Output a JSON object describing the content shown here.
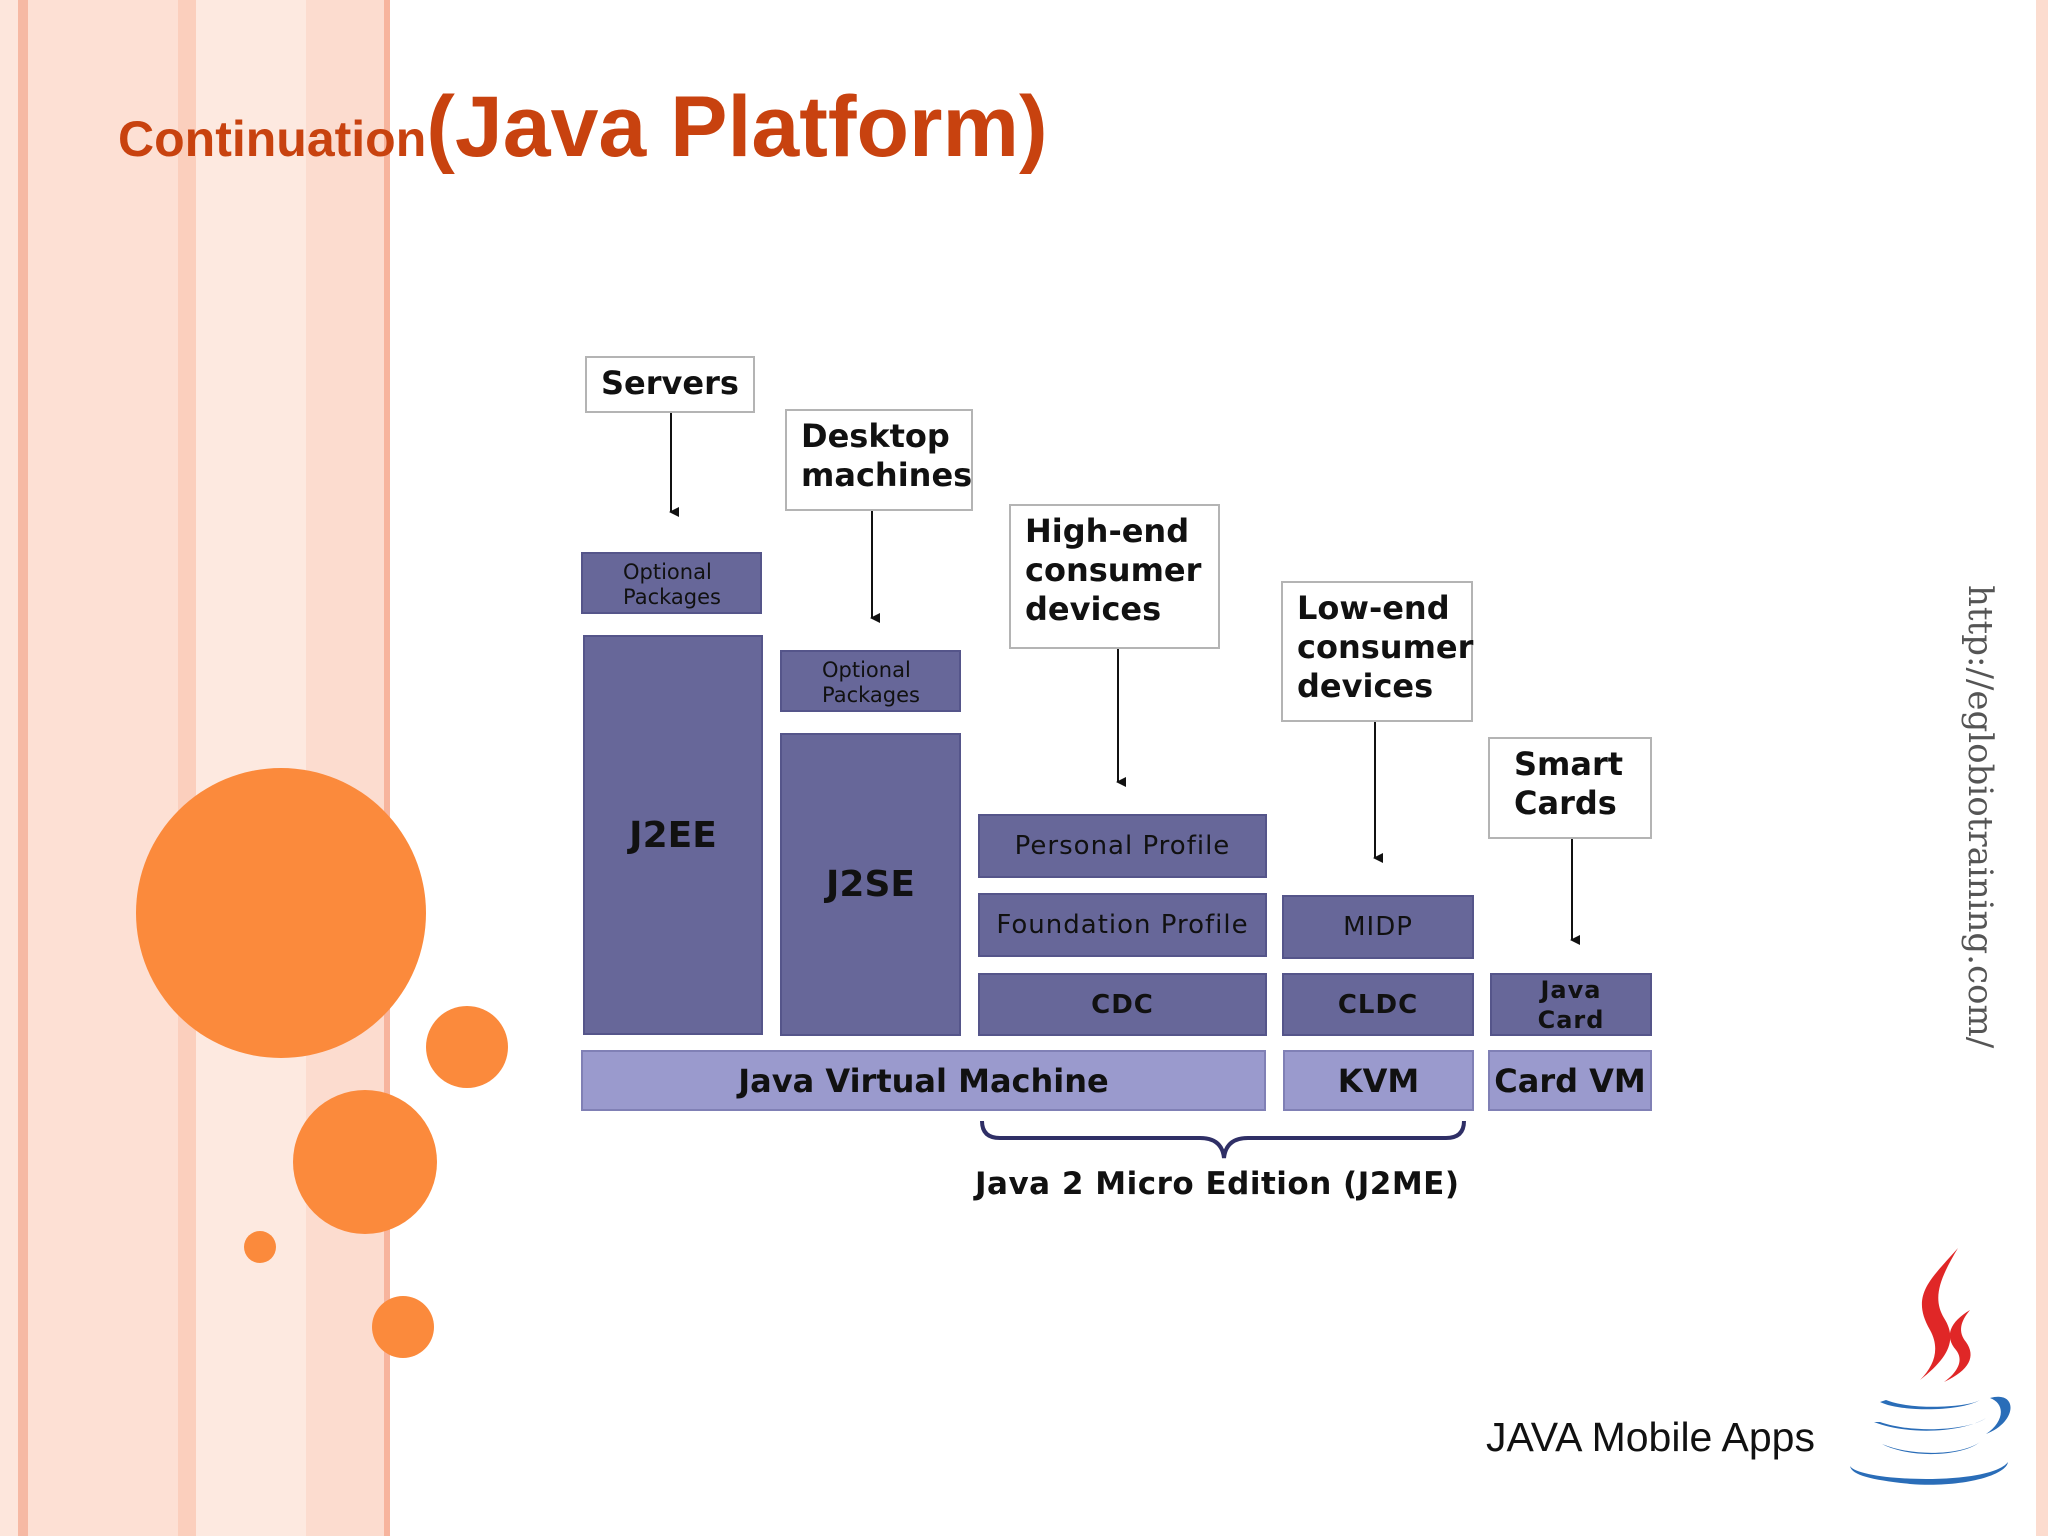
{
  "slide": {
    "title_small": "Continuation",
    "title_big": "(Java Platform)",
    "footer": "JAVA Mobile Apps",
    "side_url": "http://eglobiotraining.com/"
  },
  "diagram": {
    "targets": {
      "servers": "Servers",
      "desktop": [
        "Desktop",
        "machines"
      ],
      "highend": [
        "High-end",
        "consumer",
        "devices"
      ],
      "lowend": [
        "Low-end",
        "consumer",
        "devices"
      ],
      "smartcards": [
        "Smart",
        "Cards"
      ]
    },
    "blocks": {
      "j2ee_optional": [
        "Optional",
        "Packages"
      ],
      "j2ee": "J2EE",
      "j2se_optional": [
        "Optional",
        "Packages"
      ],
      "j2se": "J2SE",
      "personal_profile": "Personal Profile",
      "foundation_profile": "Foundation Profile",
      "cdc": "CDC",
      "midp": "MIDP",
      "cldc": "CLDC",
      "java_card": [
        "Java",
        "Card"
      ],
      "jvm": "Java Virtual Machine",
      "kvm": "KVM",
      "card_vm": "Card VM"
    },
    "brace_label": "Java 2 Micro Edition (J2ME)"
  },
  "colors": {
    "title": "#c8420f",
    "dark_block": "#676799",
    "light_block": "#9a9acd",
    "circle": "#fb8a3c"
  }
}
